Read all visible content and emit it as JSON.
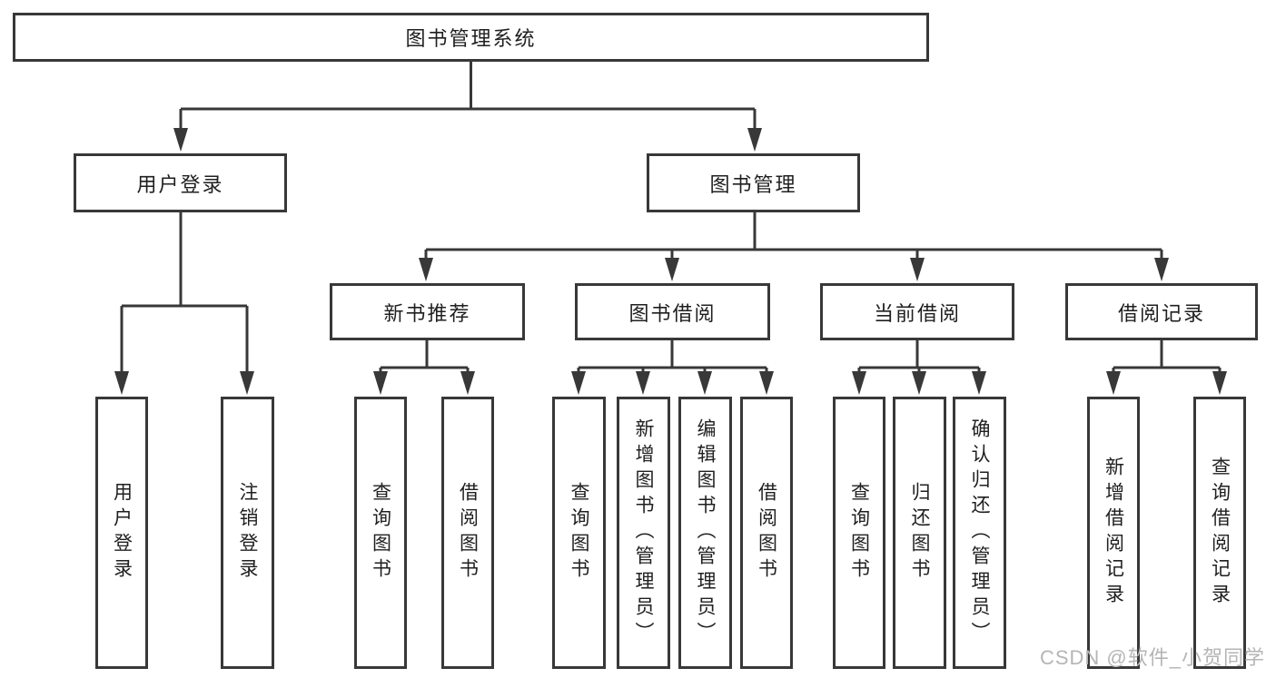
{
  "colors": {
    "line": "#383838",
    "text": "#1f1f1f",
    "box-bg": "#ffffff",
    "watermark": "#b5b5b5"
  },
  "tree": {
    "label": "图书管理系统",
    "children": [
      {
        "label": "用户登录",
        "children": [
          {
            "label": "用户登录"
          },
          {
            "label": "注销登录"
          }
        ]
      },
      {
        "label": "图书管理",
        "children": [
          {
            "label": "新书推荐",
            "children": [
              {
                "label": "查询图书"
              },
              {
                "label": "借阅图书"
              }
            ]
          },
          {
            "label": "图书借阅",
            "children": [
              {
                "label": "查询图书"
              },
              {
                "label": "新增图书（管理员）"
              },
              {
                "label": "编辑图书（管理员）"
              },
              {
                "label": "借阅图书"
              }
            ]
          },
          {
            "label": "当前借阅",
            "children": [
              {
                "label": "查询图书"
              },
              {
                "label": "归还图书"
              },
              {
                "label": "确认归还（管理员）"
              }
            ]
          },
          {
            "label": "借阅记录",
            "children": [
              {
                "label": "新增借阅记录"
              },
              {
                "label": "查询借阅记录"
              }
            ]
          }
        ]
      }
    ]
  },
  "watermark": {
    "text": "CSDN @软件_小贺同学"
  }
}
